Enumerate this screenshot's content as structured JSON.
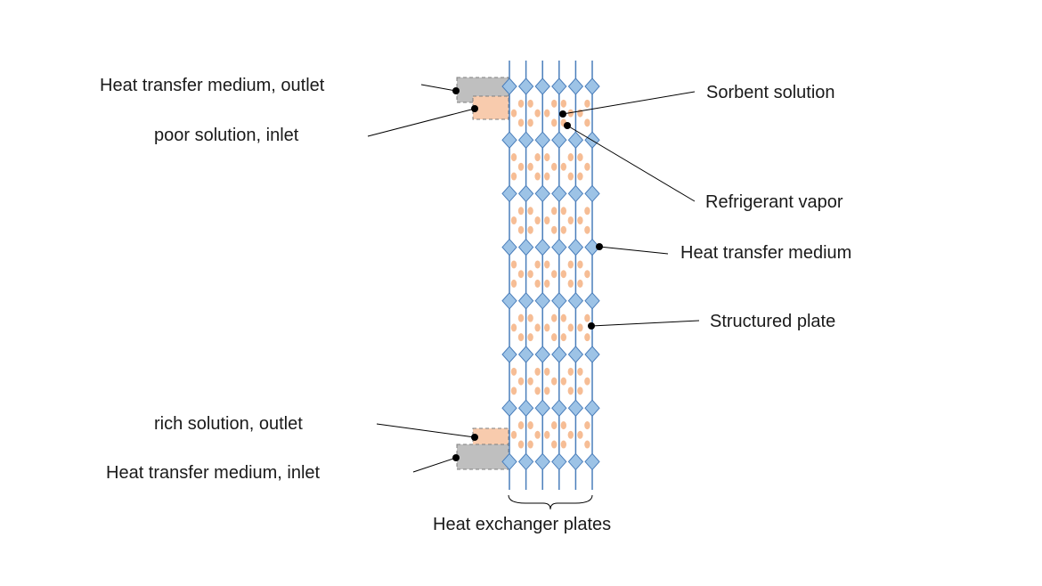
{
  "labels": {
    "heat_medium_outlet": "Heat transfer medium, outlet",
    "poor_solution_inlet": "poor solution, inlet",
    "sorbent_solution": "Sorbent solution",
    "refrigerant_vapor": "Refrigerant vapor",
    "heat_transfer_medium": "Heat transfer medium",
    "structured_plate": "Structured plate",
    "rich_solution_outlet": "rich solution, outlet",
    "heat_medium_inlet": "Heat transfer medium, inlet",
    "heat_exchanger_plates": "Heat exchanger plates"
  },
  "colors": {
    "plate_line": "#4a7ebb",
    "diamond_fill": "#9dc3e6",
    "solution_blob": "#f4b183",
    "solution_port": "#f8cbad",
    "medium_port": "#bfbfbf",
    "leader_line": "#000000"
  },
  "plates": {
    "count": 6,
    "diamond_rows": 8
  }
}
